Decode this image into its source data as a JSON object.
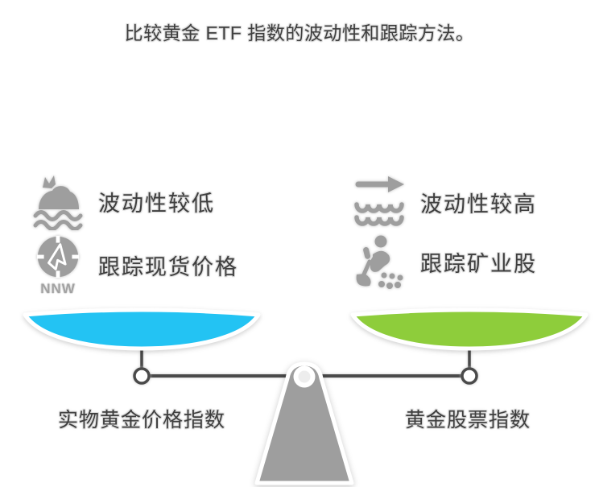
{
  "title": "比较黄金 ETF 指数的波动性和跟踪方法。",
  "scale": {
    "left": {
      "features": [
        {
          "icon": "calm-sea-icon",
          "label": "波动性较低"
        },
        {
          "icon": "compass-icon",
          "compass_text": "NNW",
          "label": "跟踪现货价格"
        }
      ],
      "pan_label": "实物黄金价格指数",
      "pan_color": "#23c3f3"
    },
    "right": {
      "features": [
        {
          "icon": "current-arrow-waves-icon",
          "label": "波动性较高"
        },
        {
          "icon": "miner-digging-icon",
          "label": "跟踪矿业股"
        }
      ],
      "pan_label": "黄金股票指数",
      "pan_color": "#8ecd3b"
    }
  },
  "colors": {
    "left_pan": "#23c3f3",
    "right_pan": "#8ecd3b",
    "beam": "#4a4a4a",
    "fulcrum": "#9e9e9e",
    "icon_gray": "#9e9e9e",
    "text": "#3e3e3e"
  }
}
